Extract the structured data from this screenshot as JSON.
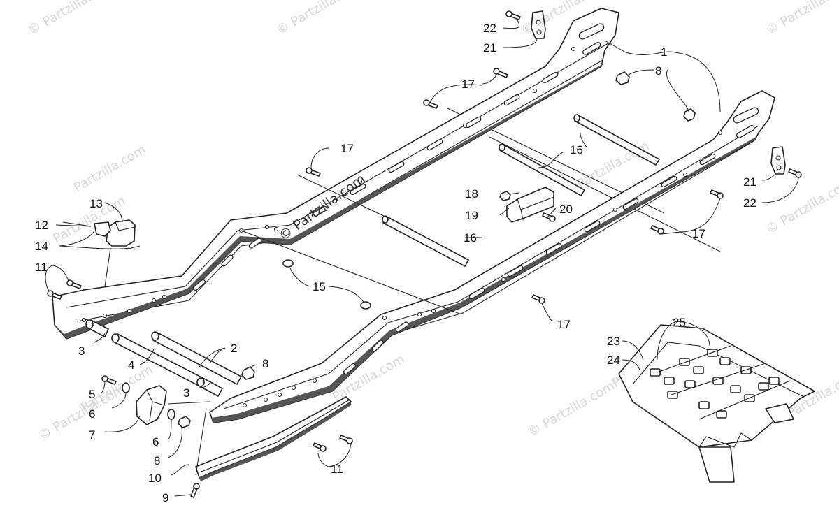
{
  "diagram": {
    "callouts": [
      {
        "id": "c1",
        "label": "1"
      },
      {
        "id": "c2",
        "label": "2"
      },
      {
        "id": "c3a",
        "label": "3"
      },
      {
        "id": "c3b",
        "label": "3"
      },
      {
        "id": "c4",
        "label": "4"
      },
      {
        "id": "c5",
        "label": "5"
      },
      {
        "id": "c6a",
        "label": "6"
      },
      {
        "id": "c6b",
        "label": "6"
      },
      {
        "id": "c7",
        "label": "7"
      },
      {
        "id": "c8a",
        "label": "8"
      },
      {
        "id": "c8b",
        "label": "8"
      },
      {
        "id": "c8c",
        "label": "8"
      },
      {
        "id": "c9",
        "label": "9"
      },
      {
        "id": "c10",
        "label": "10"
      },
      {
        "id": "c11a",
        "label": "11"
      },
      {
        "id": "c11b",
        "label": "11"
      },
      {
        "id": "c12",
        "label": "12"
      },
      {
        "id": "c13",
        "label": "13"
      },
      {
        "id": "c14",
        "label": "14"
      },
      {
        "id": "c15",
        "label": "15"
      },
      {
        "id": "c16a",
        "label": "16"
      },
      {
        "id": "c16b",
        "label": "16"
      },
      {
        "id": "c17a",
        "label": "17"
      },
      {
        "id": "c17b",
        "label": "17"
      },
      {
        "id": "c17c",
        "label": "17"
      },
      {
        "id": "c17d",
        "label": "17"
      },
      {
        "id": "c18",
        "label": "18"
      },
      {
        "id": "c19",
        "label": "19"
      },
      {
        "id": "c20",
        "label": "20"
      },
      {
        "id": "c21a",
        "label": "21"
      },
      {
        "id": "c21b",
        "label": "21"
      },
      {
        "id": "c22a",
        "label": "22"
      },
      {
        "id": "c22b",
        "label": "22"
      },
      {
        "id": "c23",
        "label": "23"
      },
      {
        "id": "c24",
        "label": "24"
      },
      {
        "id": "c25",
        "label": "25"
      }
    ],
    "watermark": {
      "main": "© Partzilla.com",
      "repeat": "© Partzilla.com",
      "repeat_short": "Partzilla.com"
    }
  }
}
